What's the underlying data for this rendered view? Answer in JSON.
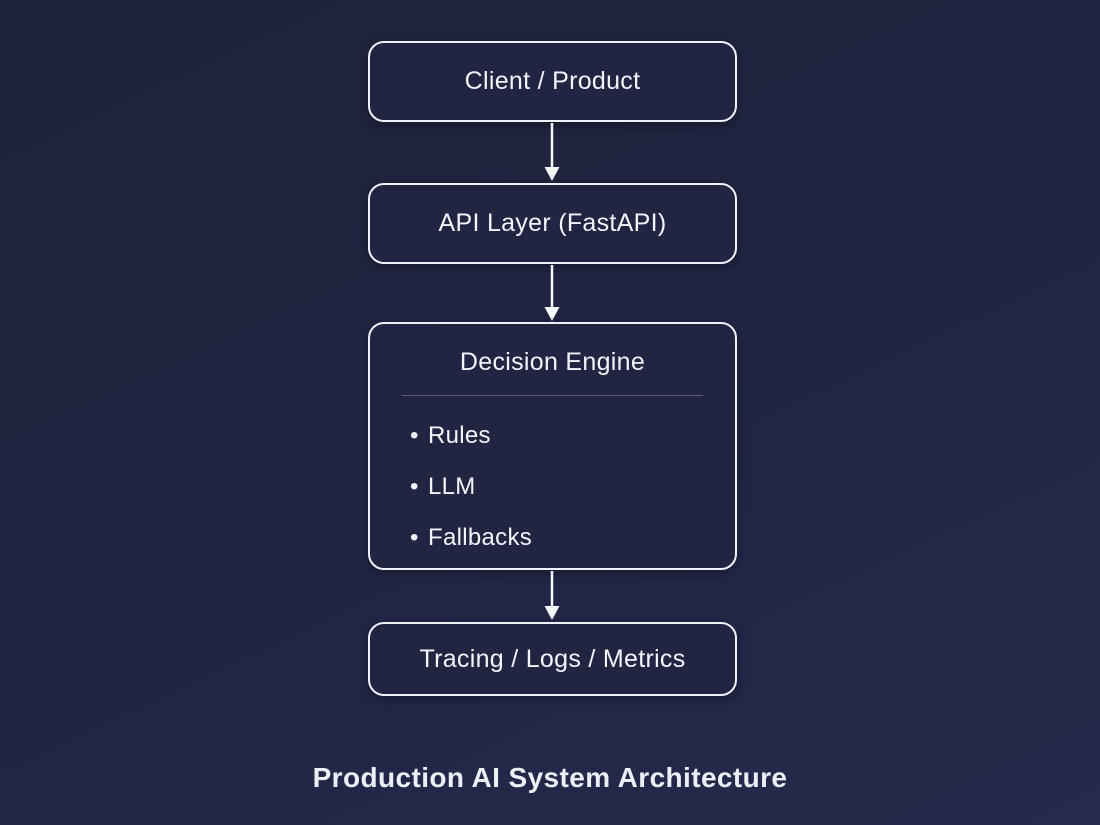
{
  "caption": "Production AI System Architecture",
  "palette": {
    "background_top": "#1e2238",
    "background_bottom": "#252b4c",
    "node_fill": "#212541",
    "node_border": "#eef1f8",
    "text": "#f2f4fa",
    "arrow": "#f5f7fb",
    "divider": "rgba(255,255,255,0.25)"
  },
  "diagram": {
    "bullet_char": "•",
    "nodes": [
      {
        "label": "Client / Product"
      },
      {
        "label": "API Layer (FastAPI)"
      },
      {
        "label": "Decision Engine",
        "items": [
          "Rules",
          "LLM",
          "Fallbacks"
        ]
      },
      {
        "label": "Tracing / Logs / Metrics"
      }
    ],
    "edges": [
      {
        "from": "Client / Product",
        "to": "API Layer (FastAPI)"
      },
      {
        "from": "API Layer (FastAPI)",
        "to": "Decision Engine"
      },
      {
        "from": "Decision Engine",
        "to": "Tracing / Logs / Metrics"
      }
    ]
  }
}
